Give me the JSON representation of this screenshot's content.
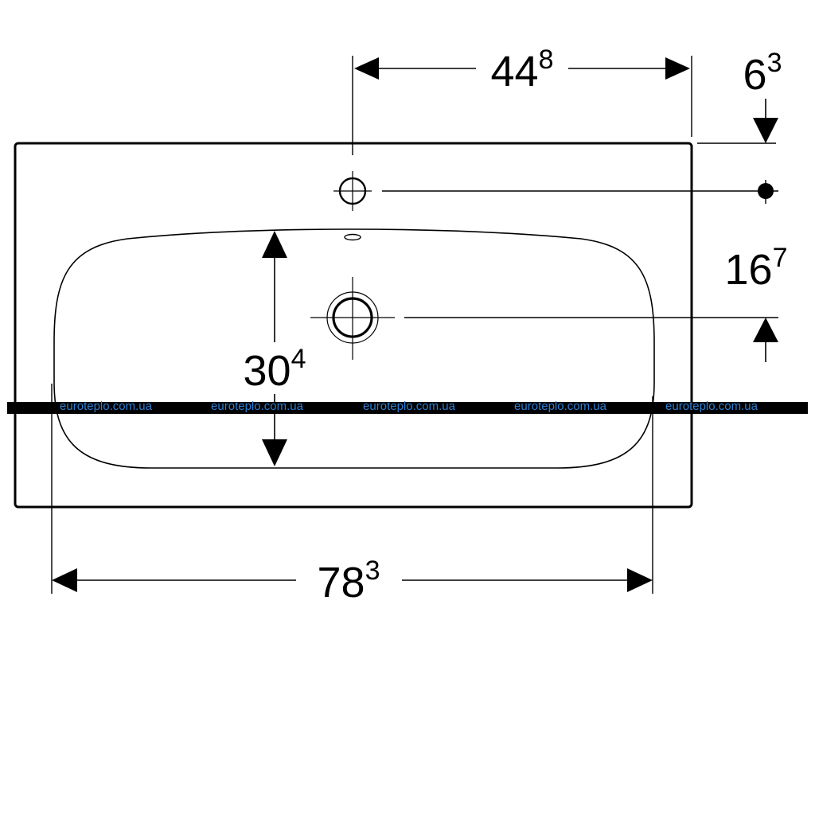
{
  "dimensions": {
    "tap_hole_offset": {
      "main": "44",
      "sup": "8"
    },
    "rim_to_tap_hole": {
      "main": "6",
      "sup": "3"
    },
    "tap_hole_to_drain": {
      "main": "16",
      "sup": "7"
    },
    "bowl_depth": {
      "main": "30",
      "sup": "4"
    },
    "bowl_width": {
      "main": "78",
      "sup": "3"
    }
  },
  "watermark": {
    "text": "euroteplo.com.ua",
    "repeats": 5,
    "band_color": "#000000",
    "text_color": "#2a7fd4"
  },
  "colors": {
    "line": "#000000",
    "background": "#ffffff"
  }
}
